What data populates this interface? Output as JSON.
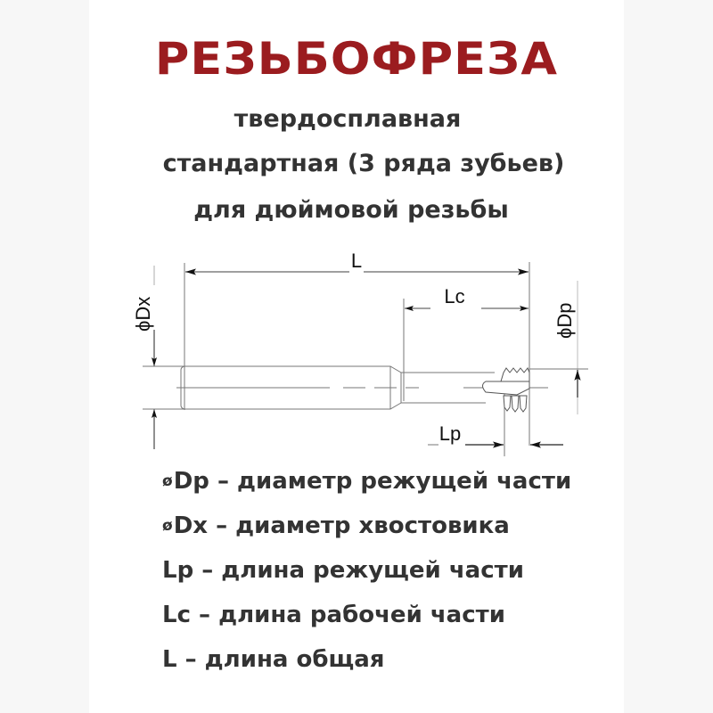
{
  "title": "РЕЗЬБОФРЕЗА",
  "subtitle": {
    "line1": "твердосплавная",
    "line2": "стандартная (3 ряда зубьев)",
    "line3": "для дюймовой резьбы"
  },
  "colors": {
    "title": "#9b1c1f",
    "text": "#333333",
    "side_bands": "#f7f7f7",
    "panel": "#ffffff"
  },
  "drawing": {
    "labels": {
      "L": "L",
      "Lc": "Lc",
      "Lp": "Lp",
      "Dx": "ϕDx",
      "Dp": "ϕDp"
    }
  },
  "legend": [
    {
      "symbol": "ø",
      "key": "Dp",
      "desc": " – диаметр режущей части"
    },
    {
      "symbol": "ø",
      "key": "Dx",
      "desc": " – диаметр хвостовика"
    },
    {
      "symbol": "",
      "key": "Lp",
      "desc": " – длина режущей части"
    },
    {
      "symbol": "",
      "key": "Lc",
      "desc": " – длина рабочей части"
    },
    {
      "symbol": "",
      "key": "L",
      "desc": " – длина общая"
    }
  ]
}
